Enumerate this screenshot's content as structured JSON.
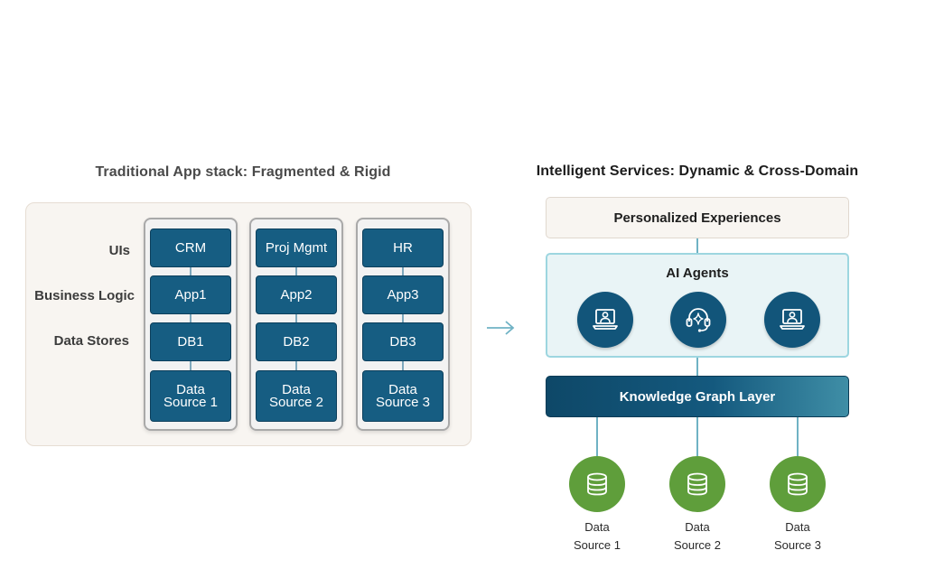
{
  "left": {
    "title": "Traditional App stack: Fragmented & Rigid",
    "row_labels": [
      "UIs",
      "Business Logic",
      "Data Stores"
    ],
    "columns": [
      {
        "ui": "CRM",
        "app": "App1",
        "db": "DB1",
        "source": "Data\nSource 1"
      },
      {
        "ui": "Proj Mgmt",
        "app": "App2",
        "db": "DB2",
        "source": "Data\nSource 2"
      },
      {
        "ui": "HR",
        "app": "App3",
        "db": "DB3",
        "source": "Data\nSource 3"
      }
    ]
  },
  "right": {
    "title": "Intelligent Services: Dynamic & Cross-Domain",
    "personalized": "Personalized Experiences",
    "agents_title": "AI Agents",
    "agent_icons": [
      "laptop-user-icon",
      "headset-sparkle-icon",
      "laptop-user-icon"
    ],
    "knowledge_graph": "Knowledge Graph Layer",
    "sources": [
      {
        "line1": "Data",
        "line2": "Source 1"
      },
      {
        "line1": "Data",
        "line2": "Source 2"
      },
      {
        "line1": "Data",
        "line2": "Source 3"
      }
    ]
  },
  "colors": {
    "block_blue": "#165d82",
    "agent_blue": "#12557a",
    "db_green": "#5f9e3b",
    "connector_teal": "#6fb2c4",
    "panel_beige": "#f8f5f1",
    "agents_bg": "#e9f4f6"
  }
}
